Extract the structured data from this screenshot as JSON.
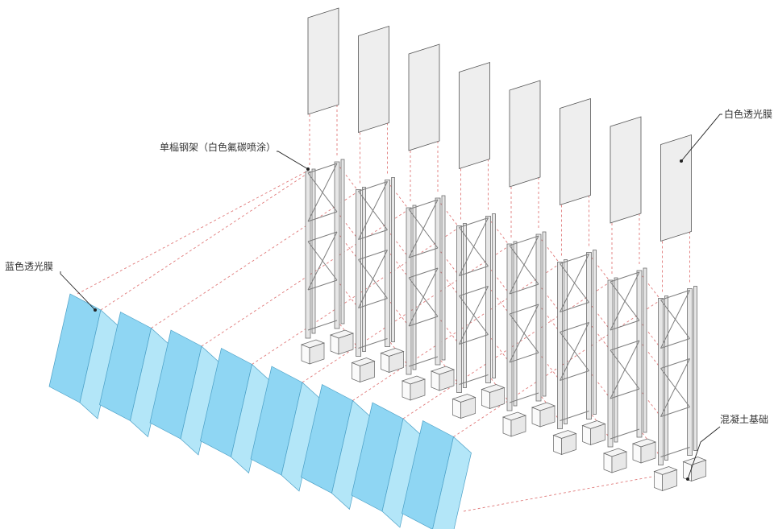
{
  "labels": {
    "white_membrane": "白色透光膜",
    "steel_frame": "单榀钢架（白色氟碳喷涂）",
    "blue_membrane": "蓝色透光膜",
    "concrete_foundation": "混凝土基础"
  },
  "colors": {
    "blue_membrane": "#8fd6f3",
    "white_membrane": "#eeeeee",
    "frame_steel": "#7d7d7d",
    "dashed_guides": "#e07a7a",
    "concrete": "#f4f4f4"
  },
  "counts": {
    "frames": 8,
    "blue_panels": 8
  }
}
